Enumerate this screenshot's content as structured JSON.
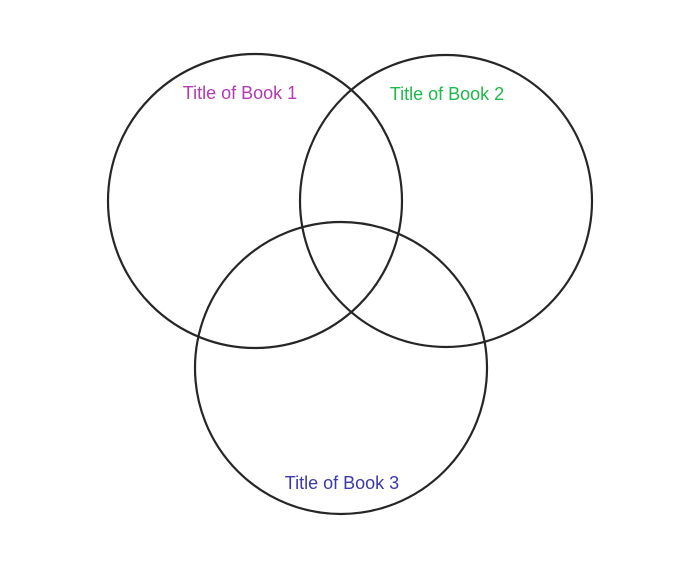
{
  "diagram": {
    "type": "venn",
    "sets": [
      {
        "label": "Title of Book 1",
        "color": "#b23ab2"
      },
      {
        "label": "Title of Book 2",
        "color": "#1fb84a"
      },
      {
        "label": "Title of Book 3",
        "color": "#3a3aa8"
      }
    ],
    "outline_color": "#262626"
  }
}
